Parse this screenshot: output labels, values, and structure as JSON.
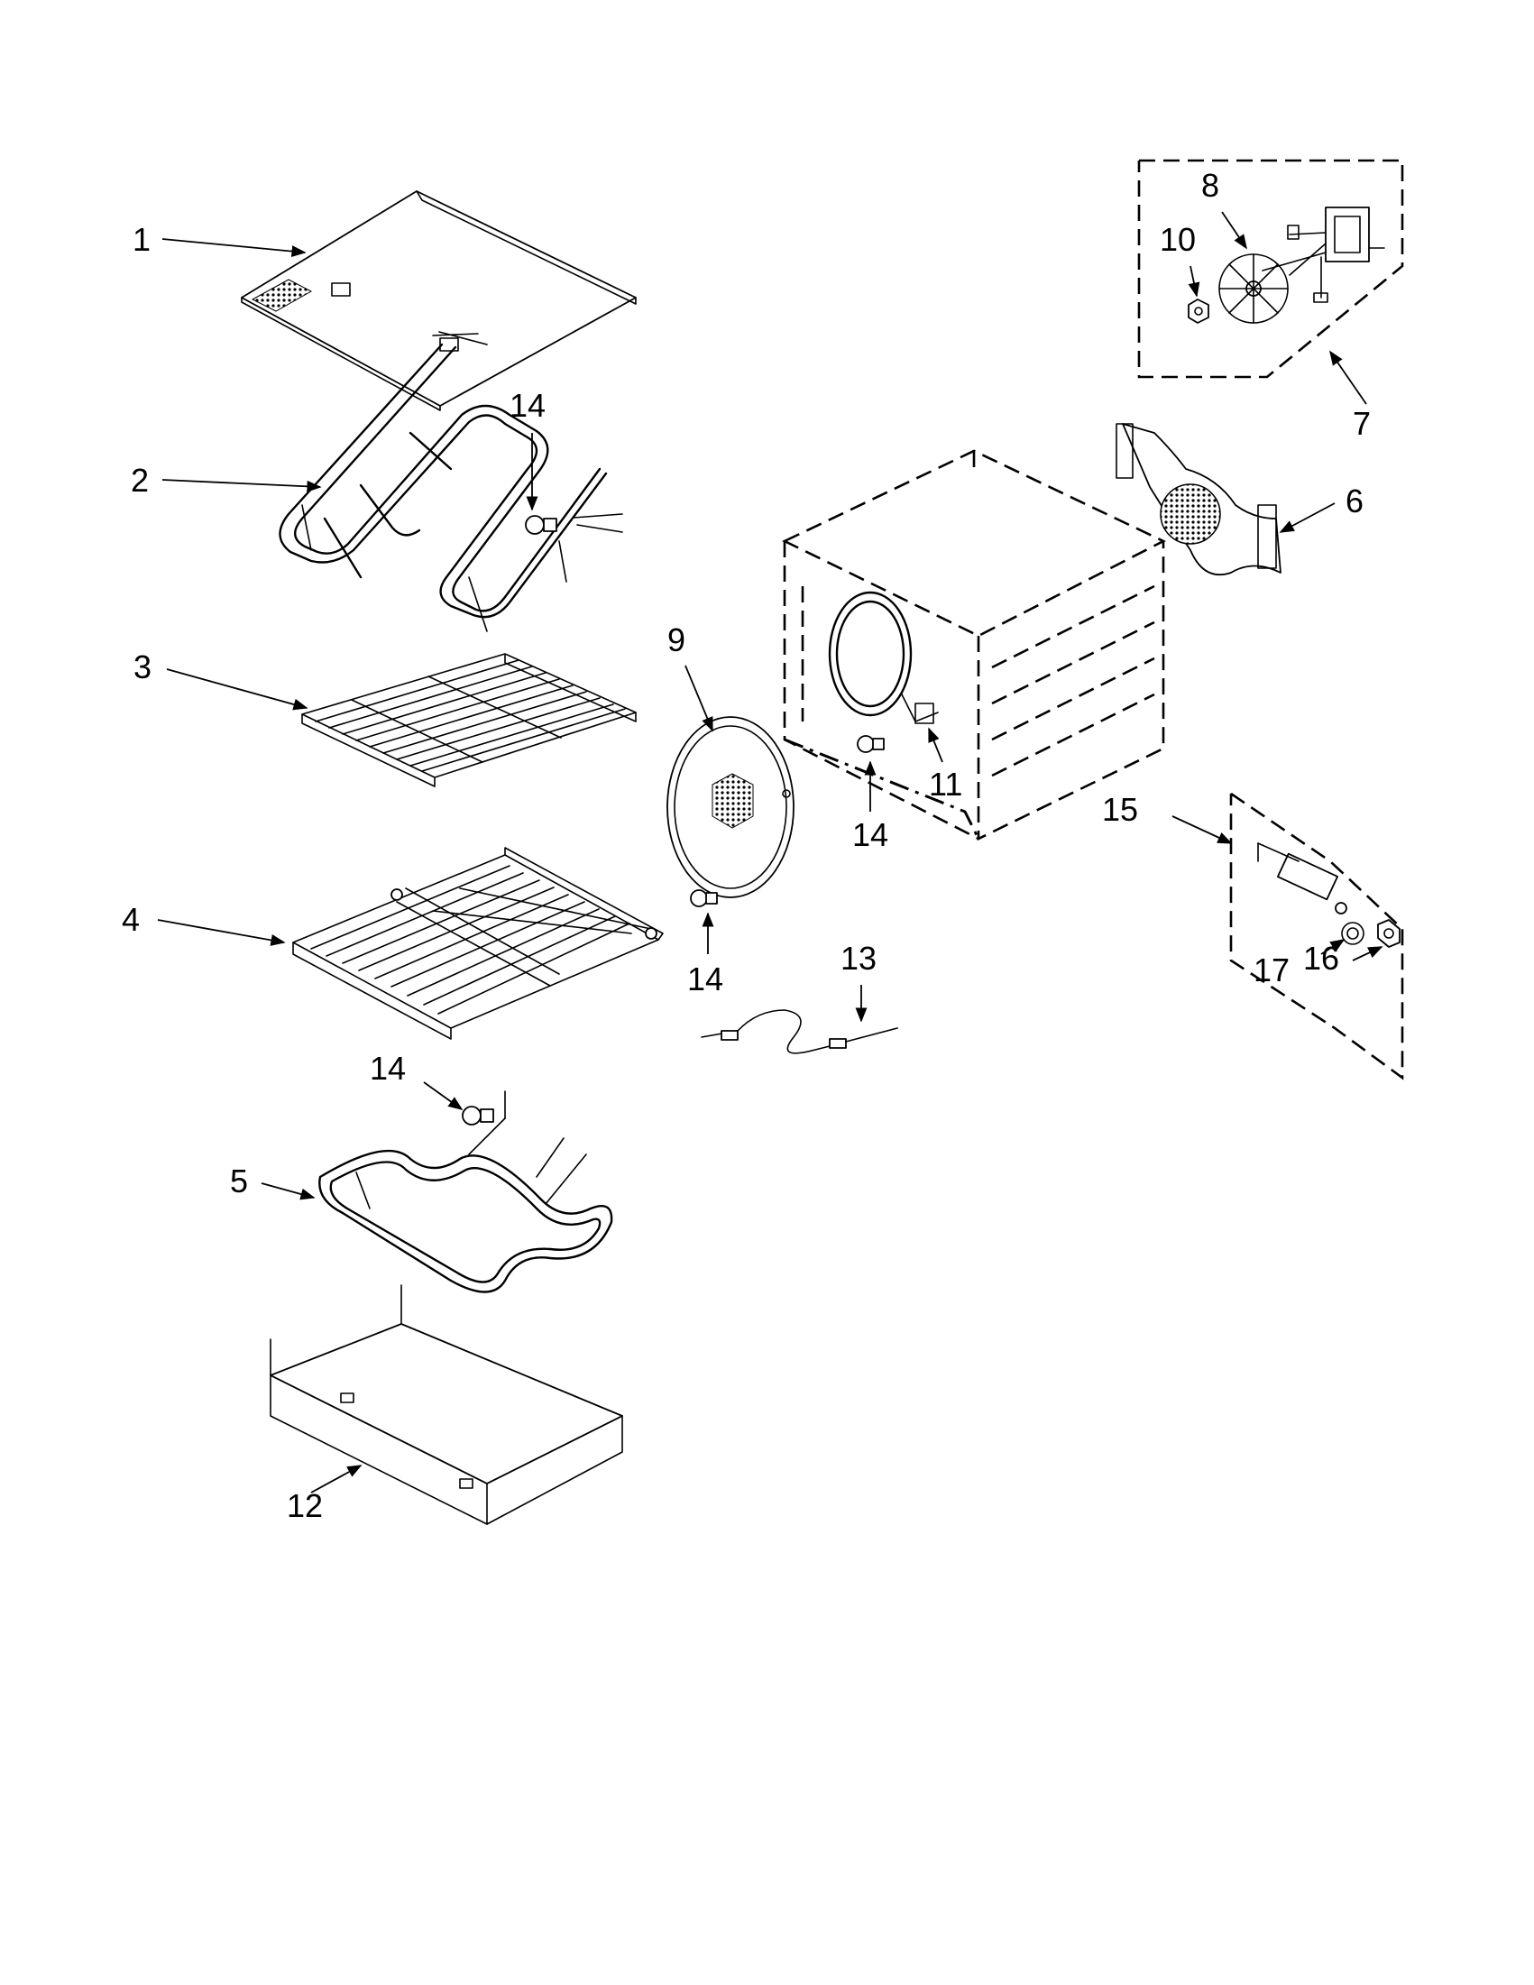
{
  "callouts": [
    {
      "id": "c1",
      "label": "1"
    },
    {
      "id": "c2",
      "label": "2"
    },
    {
      "id": "c3",
      "label": "3"
    },
    {
      "id": "c4",
      "label": "4"
    },
    {
      "id": "c5",
      "label": "5"
    },
    {
      "id": "c6",
      "label": "6"
    },
    {
      "id": "c7",
      "label": "7"
    },
    {
      "id": "c8",
      "label": "8"
    },
    {
      "id": "c9",
      "label": "9"
    },
    {
      "id": "c10",
      "label": "10"
    },
    {
      "id": "c11",
      "label": "11"
    },
    {
      "id": "c12",
      "label": "12"
    },
    {
      "id": "c13",
      "label": "13"
    },
    {
      "id": "c14a",
      "label": "14"
    },
    {
      "id": "c14b",
      "label": "14"
    },
    {
      "id": "c14c",
      "label": "14"
    },
    {
      "id": "c14d",
      "label": "14"
    },
    {
      "id": "c15",
      "label": "15"
    },
    {
      "id": "c16",
      "label": "16"
    },
    {
      "id": "c17",
      "label": "17"
    }
  ]
}
